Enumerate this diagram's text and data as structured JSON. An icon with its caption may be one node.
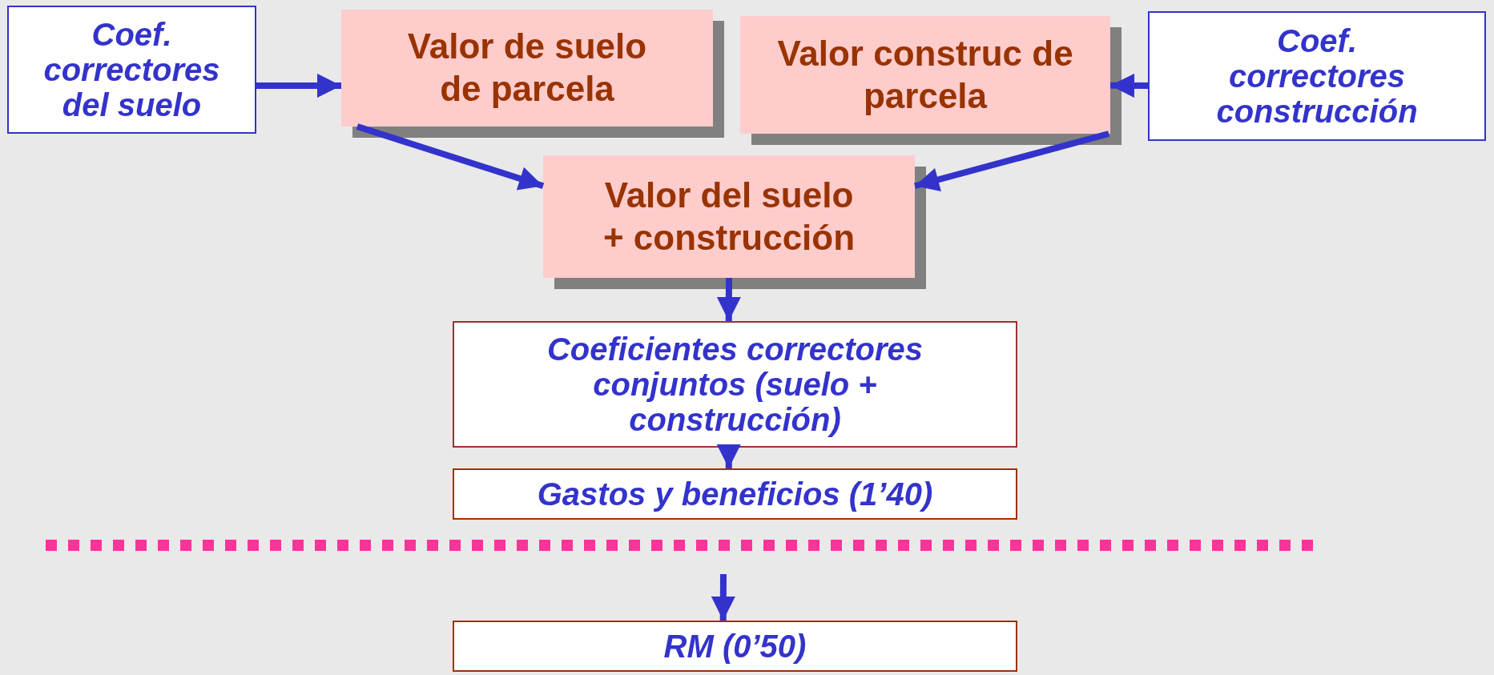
{
  "diagram": {
    "nodes": [
      {
        "text": [
          "Coef. correctores del suelo"
        ]
      },
      {
        "text": [
          "Valor de suelo de parcela"
        ]
      },
      {
        "text": [
          "Valor construc de parcela"
        ]
      },
      {
        "text": [
          "Coef. correctores construcción"
        ]
      },
      {
        "text": [
          "Valor del suelo + construcción"
        ]
      },
      {
        "text": [
          "Coeficientes correctores conjuntos (suelo + construcción)"
        ]
      },
      {
        "text": [
          "Gastos y beneficios  (1’40)"
        ]
      },
      {
        "text": [
          "RM (0’50)"
        ]
      }
    ],
    "edges": [
      {
        "from": 0,
        "to": 1,
        "arrow": "to"
      },
      {
        "from": 3,
        "to": 2,
        "arrow": "to"
      },
      {
        "from": 1,
        "to": 4,
        "arrow": "to"
      },
      {
        "from": 2,
        "to": 4,
        "arrow": "to"
      },
      {
        "from": 4,
        "to": 5,
        "arrow": "to"
      },
      {
        "from": 5,
        "to": 6,
        "arrow": "to"
      },
      {
        "from": null,
        "to": 7,
        "arrow": "to"
      }
    ]
  }
}
